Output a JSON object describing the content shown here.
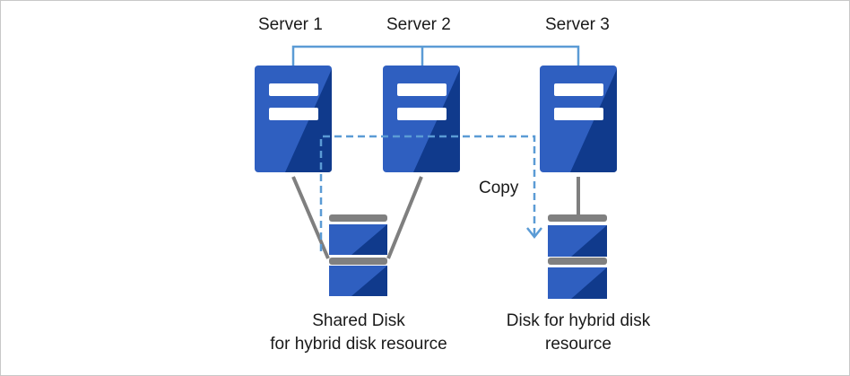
{
  "servers": [
    {
      "label": "Server 1"
    },
    {
      "label": "Server 2"
    },
    {
      "label": "Server 3"
    }
  ],
  "copy_label": "Copy",
  "shared_disk": {
    "line1": "Shared Disk",
    "line2": "for hybrid disk resource"
  },
  "hybrid_disk": {
    "line1": "Disk for hybrid disk",
    "line2": "resource"
  },
  "colors": {
    "server_body": "#2f5fc0",
    "server_dark": "#103a8c",
    "network_line": "#5b9bd5",
    "copy_arrow": "#5b9bd5",
    "disk_connector": "#7f7f7f",
    "border": "#c8c8c8"
  }
}
